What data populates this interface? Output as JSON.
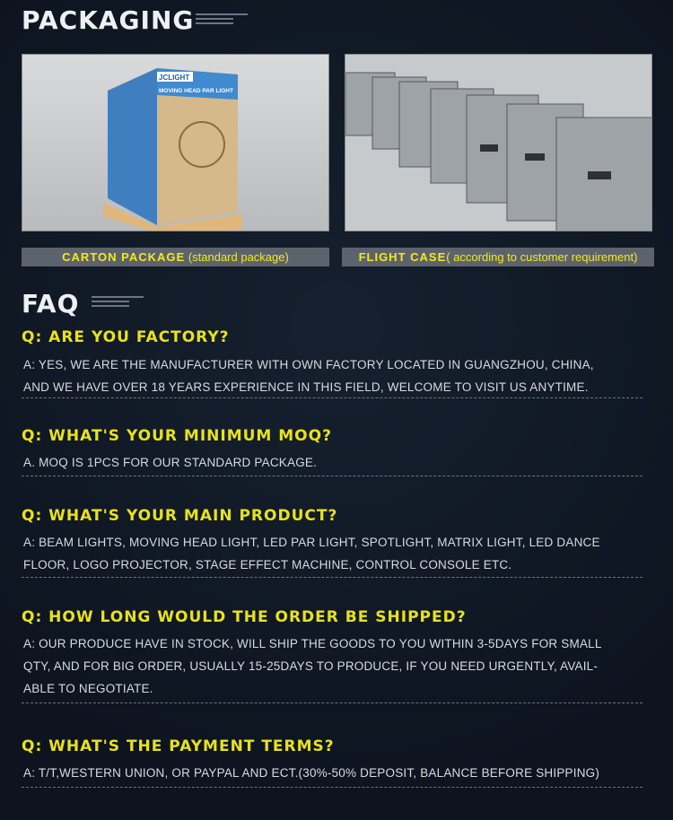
{
  "packaging": {
    "title": "PACKAGING",
    "carton": {
      "label_main": "CARTON PACKAGE",
      "label_sub": "(standard package)",
      "box_brand": "JCLIGHT",
      "box_text": "MOVING HEAD PAR LIGHT"
    },
    "flight": {
      "label_main": "FLIGHT CASE",
      "label_sub": "( according to customer requirement)"
    }
  },
  "faq": {
    "title": "FAQ",
    "items": [
      {
        "q": "Q: ARE YOU FACTORY?",
        "a": [
          "A: YES, WE ARE THE MANUFACTURER WITH OWN FACTORY LOCATED IN GUANGZHOU, CHINA,",
          "AND WE HAVE OVER 18 YEARS EXPERIENCE IN THIS FIELD, WELCOME TO VISIT US ANYTIME."
        ]
      },
      {
        "q": "Q: WHAT'S YOUR MINIMUM MOQ?",
        "a": [
          "A. MOQ IS 1PCS FOR OUR STANDARD PACKAGE."
        ]
      },
      {
        "q": "Q: WHAT'S YOUR MAIN PRODUCT?",
        "a": [
          "A: BEAM LIGHTS, MOVING HEAD LIGHT, LED PAR LIGHT, SPOTLIGHT, MATRIX LIGHT, LED DANCE",
          "FLOOR, LOGO PROJECTOR, STAGE EFFECT MACHINE, CONTROL CONSOLE ETC."
        ]
      },
      {
        "q": "Q: HOW LONG WOULD THE ORDER BE SHIPPED?",
        "a": [
          "A: OUR PRODUCE HAVE IN STOCK, WILL SHIP THE GOODS TO YOU WITHIN 3-5DAYS FOR SMALL",
          "QTY, AND FOR BIG ORDER, USUALLY 15-25DAYS TO PRODUCE, IF YOU NEED URGENTLY, AVAIL-",
          "ABLE TO NEGOTIATE."
        ]
      },
      {
        "q": "Q: WHAT'S THE PAYMENT TERMS?",
        "a": [
          "A: T/T,WESTERN UNION, OR PAYPAL AND ECT.(30%-50% DEPOSIT, BALANCE BEFORE SHIPPING)"
        ]
      }
    ]
  }
}
